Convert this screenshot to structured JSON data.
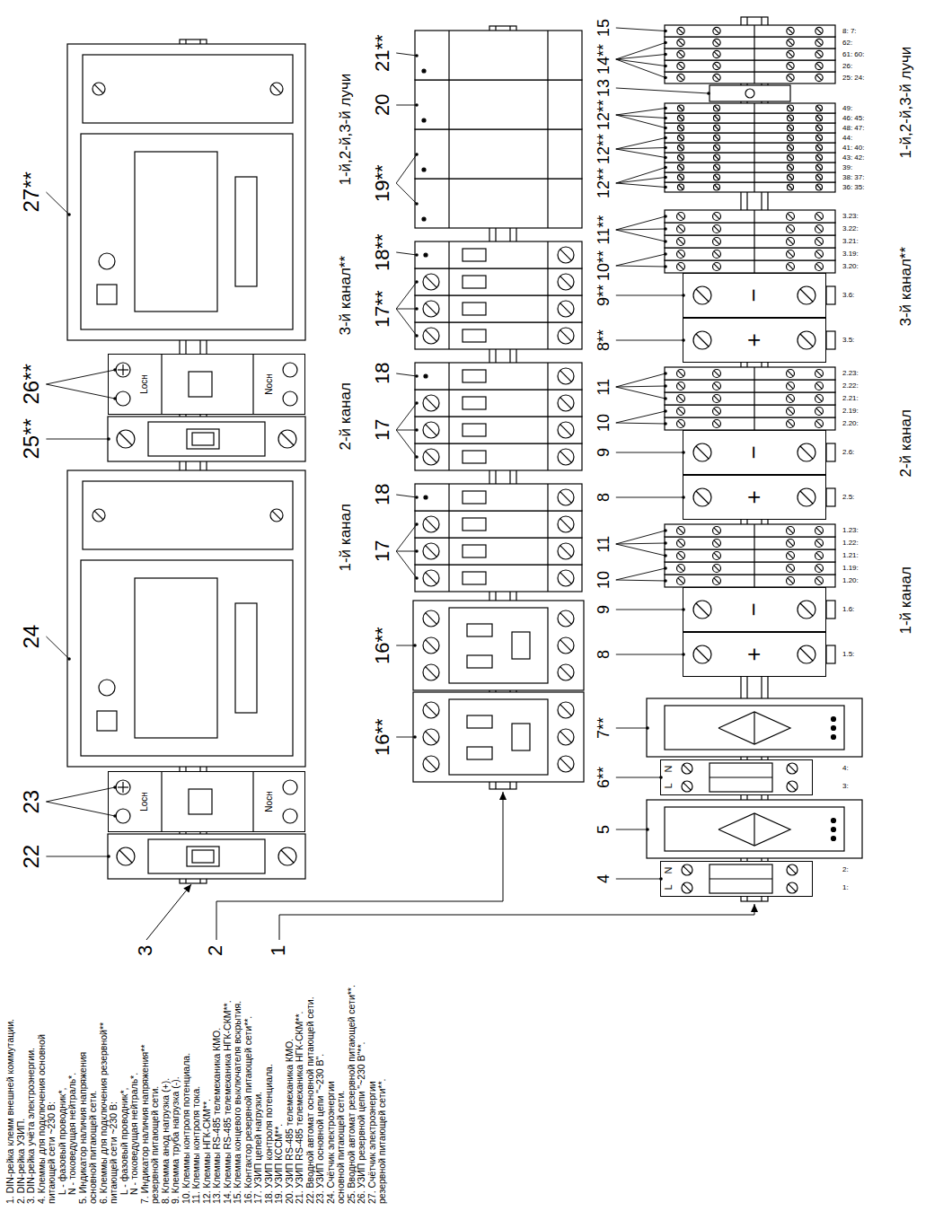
{
  "diagram": {
    "nodes": [
      {
        "text": [
          "Lосн",
          "Nосн"
        ]
      },
      {
        "text": [
          "Lосн",
          "Nосн"
        ]
      },
      {
        "text": [
          "L",
          "N"
        ]
      },
      {
        "text": [
          "L",
          "N"
        ]
      },
      {
        "text": [
          "+"
        ]
      },
      {
        "text": [
          "−"
        ]
      },
      {
        "text": [
          "+"
        ]
      },
      {
        "text": [
          "−"
        ]
      },
      {
        "text": [
          "+"
        ]
      },
      {
        "text": [
          "−"
        ]
      }
    ],
    "labels": [
      "1. DIN-рейка клемм внешней коммутации.",
      "2. DIN-рейка УЗИП.",
      "3. DIN-рейка учёта электроэнергии.",
      "4. Клеммы для подключения основной питающей сети ~230 В:",
      "L - фазовый проводник*,",
      "N - токоведущая нейтраль*.",
      "5. Индикатор наличия напряжения основной питающей сети.",
      "6. Клеммы для подключения резервной** питающей сети ~230 В:",
      "L - фазовый проводник*,",
      "N - токоведущая нейтраль*.",
      "7. Индикатор наличия напряжения** резервной питающей сети.",
      "8. Клемма анод нагрузка (+).",
      "9. Клемма труба нагрузка (-).",
      "10. Клеммы контроля потенциала.",
      "11. Клеммы контроля тока.",
      "12. Клеммы НГК-СКМ**.",
      "13. Клеммы RS-485 телемеханика КМО.",
      "14. Клеммы RS-485 телемеханика НГК-СКМ**.",
      "15. Клемма концевого выключателя вскрытия.",
      "16. Контактор резервной питающей сети**.",
      "17. УЗИП цепей нагрузки.",
      "18. УЗИП контроля потенциала.",
      "19. УЗИП КССМ**.",
      "20. УЗИП RS-485 телемеханика КМО.",
      "21. УЗИП RS-485 телемеханика НГК-СКМ**.",
      "22. Вводной автомат основной питающей сети.",
      "23. УЗИП основной цепи \"~230 В\".",
      "24. Счётчик электроэнергии основной питающей сети.",
      "25. Вводной автомат резервной питающей сети**.",
      "26. УЗИП резервной цепи \"~230 В\"**.",
      "27. Счётчик электроэнергии резервной питающей сети**.",
      "3",
      "2",
      "1",
      "22",
      "23",
      "24",
      "25**",
      "26**",
      "27**",
      "1-й канал",
      "2-й канал",
      "3-й канал**",
      "1-й,2-й,3-й лучи",
      "16**",
      "16**",
      "17",
      "18",
      "17",
      "18",
      "17**",
      "18**",
      "19**",
      "20",
      "21**",
      "4",
      "5",
      "6**",
      "7**",
      "8",
      "9",
      "10",
      "11",
      "8",
      "9",
      "10",
      "11",
      "8**",
      "9**",
      "10**",
      "11**",
      "12**",
      "12**",
      "12**",
      "13",
      "14**",
      "15",
      "1:",
      "2:",
      "3:",
      "4:",
      "1.5:",
      "1.6:",
      "1.20:",
      "1.19:",
      "1.21:",
      "1.22:",
      "1.23:",
      "2.5:",
      "2.6:",
      "2.20:",
      "2.19:",
      "2.21:",
      "2.22:",
      "2.23:",
      "3.5:",
      "3.6:",
      "3.20:",
      "3.19:",
      "3.21:",
      "3.22:",
      "3.23:",
      "36: 35:",
      "38: 37:",
      "39:",
      "43: 42:",
      "41: 40:",
      "44:",
      "48: 47:",
      "46: 45:",
      "49:",
      "25: 24:",
      "26:",
      "61: 60:",
      "62:",
      "8: 7:",
      "1-й канал",
      "2-й канал",
      "3-й канал**",
      "1-й,2-й,3-й лучи"
    ]
  }
}
